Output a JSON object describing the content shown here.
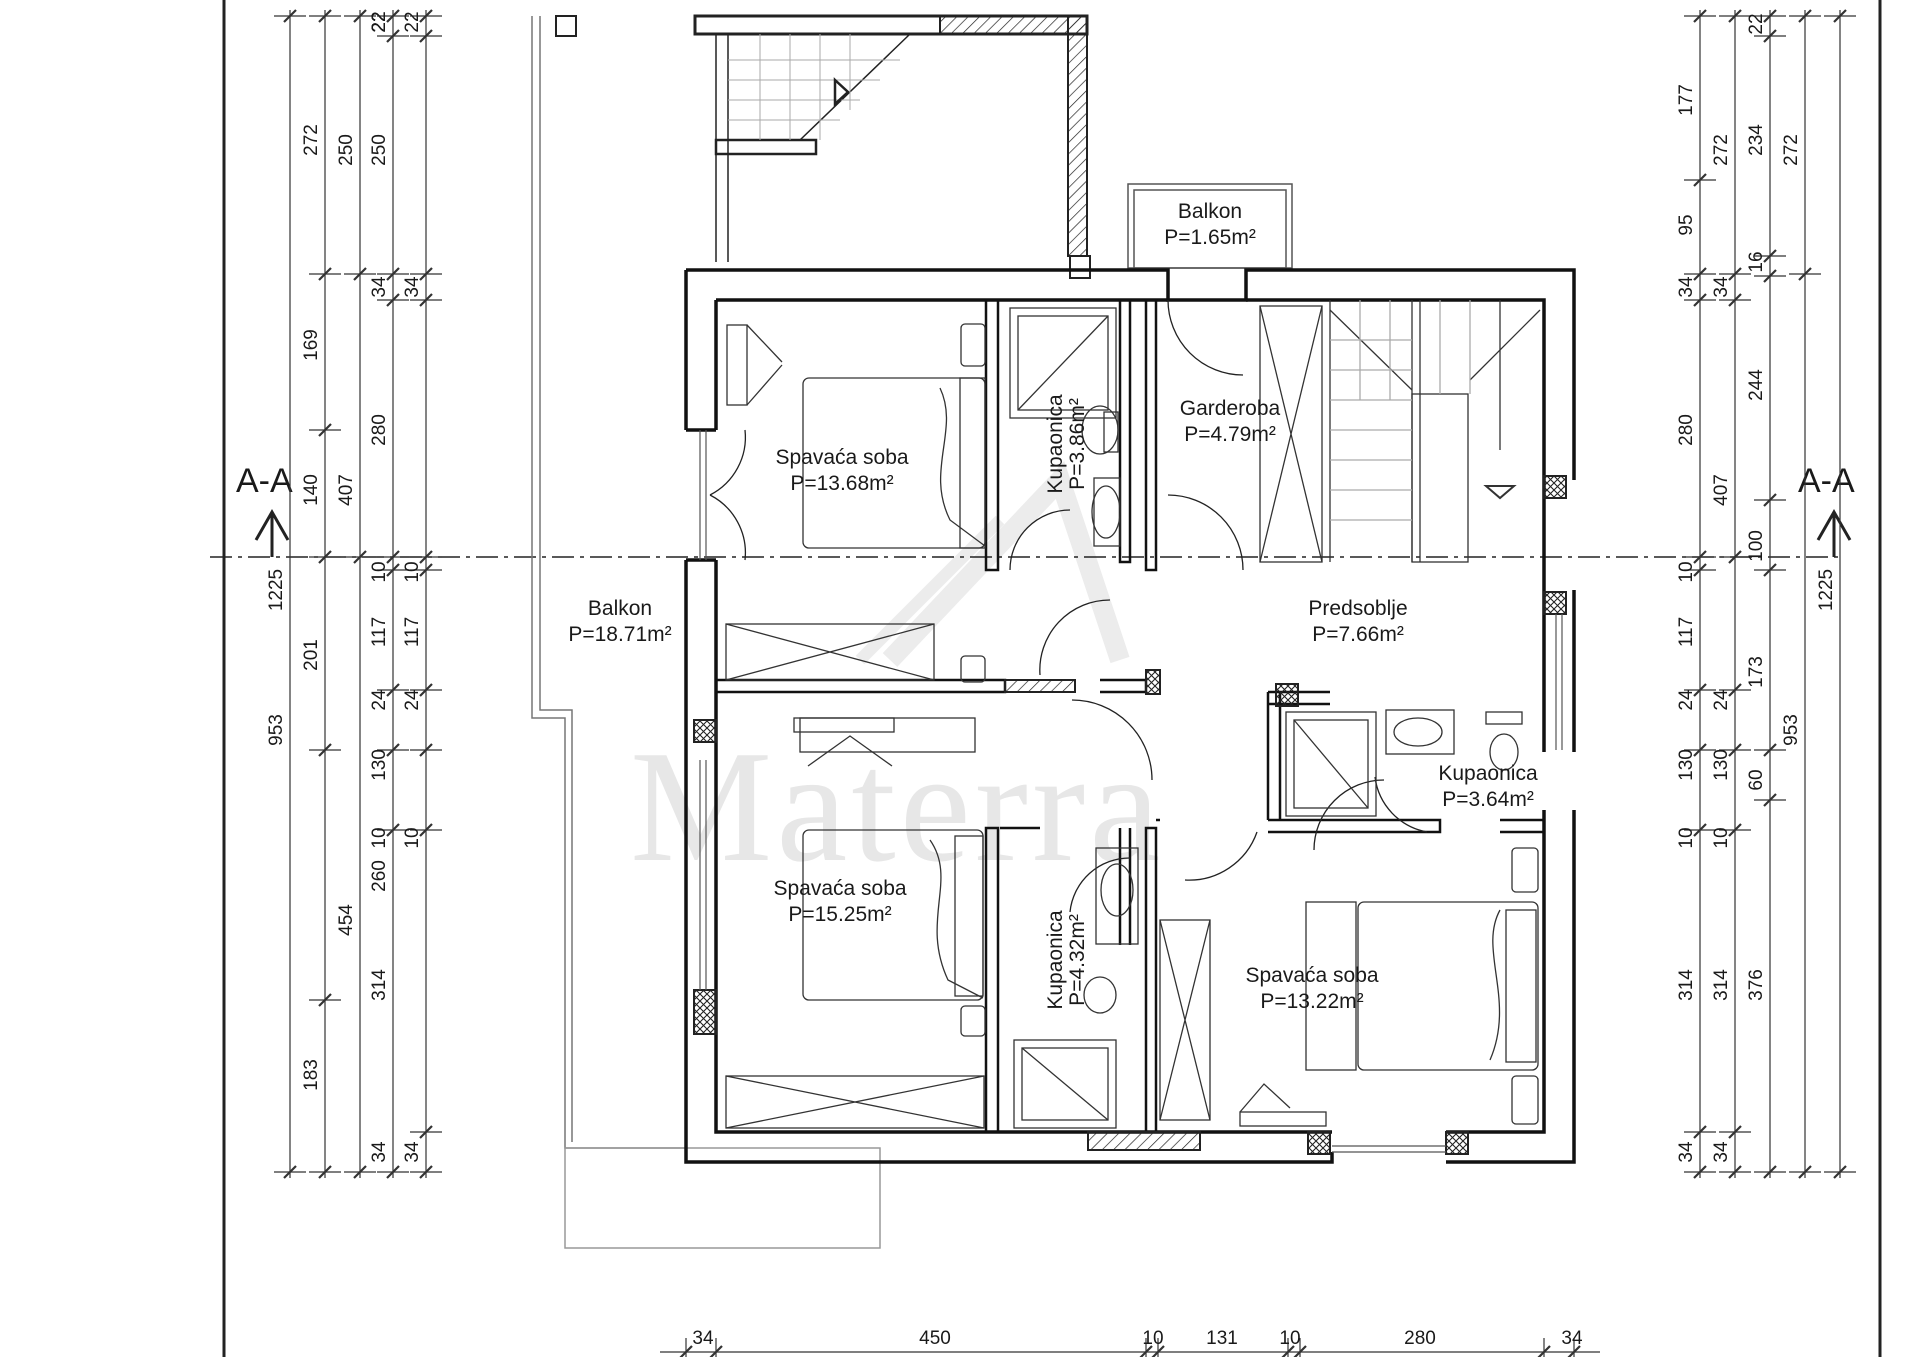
{
  "section_marker": "A-A",
  "watermark": "Materra",
  "rooms": [
    {
      "id": "balkon-top",
      "name": "Balkon",
      "area": "P=1.65m²"
    },
    {
      "id": "spavaca-1",
      "name": "Spavaća soba",
      "area": "P=13.68m²"
    },
    {
      "id": "kupaonica-1",
      "name": "Kupaonica",
      "area": "P=3.86m²"
    },
    {
      "id": "garderoba",
      "name": "Garderoba",
      "area": "P=4.79m²"
    },
    {
      "id": "balkon-big",
      "name": "Balkon",
      "area": "P=18.71m²"
    },
    {
      "id": "predsoblje",
      "name": "Predsoblje",
      "area": "P=7.66m²"
    },
    {
      "id": "kupaonica-2",
      "name": "Kupaonica",
      "area": "P=3.64m²"
    },
    {
      "id": "spavaca-2",
      "name": "Spavaća soba",
      "area": "P=15.25m²"
    },
    {
      "id": "kupaonica-3",
      "name": "Kupaonica",
      "area": "P=4.32m²"
    },
    {
      "id": "spavaca-3",
      "name": "Spavaća soba",
      "area": "P=13.22m²"
    }
  ],
  "dimensions": {
    "left_col1": [
      "1225",
      "953"
    ],
    "left_col2": [
      "272",
      "169",
      "140",
      "201",
      "183"
    ],
    "left_col3": [
      "250",
      "407",
      "454"
    ],
    "left_col4": [
      "22",
      "22",
      "22",
      "250",
      "34",
      "280",
      "10",
      "117",
      "24",
      "130",
      "10",
      "260",
      "314",
      "34"
    ],
    "left_col5": [
      "22",
      "34",
      "10",
      "117",
      "24",
      "10",
      "34"
    ],
    "right_col1": [
      "177",
      "95",
      "34",
      "280",
      "10",
      "117",
      "24",
      "130",
      "10",
      "314",
      "34"
    ],
    "right_col2": [
      "272",
      "34",
      "407",
      "24",
      "130",
      "10",
      "314",
      "34"
    ],
    "right_col3": [
      "22",
      "234",
      "16",
      "244",
      "100",
      "173",
      "60",
      "376"
    ],
    "right_col4": [
      "272",
      "953"
    ],
    "right_col5": [
      "1225"
    ],
    "bottom": [
      "34",
      "450",
      "10",
      "131",
      "10",
      "280",
      "34"
    ]
  }
}
